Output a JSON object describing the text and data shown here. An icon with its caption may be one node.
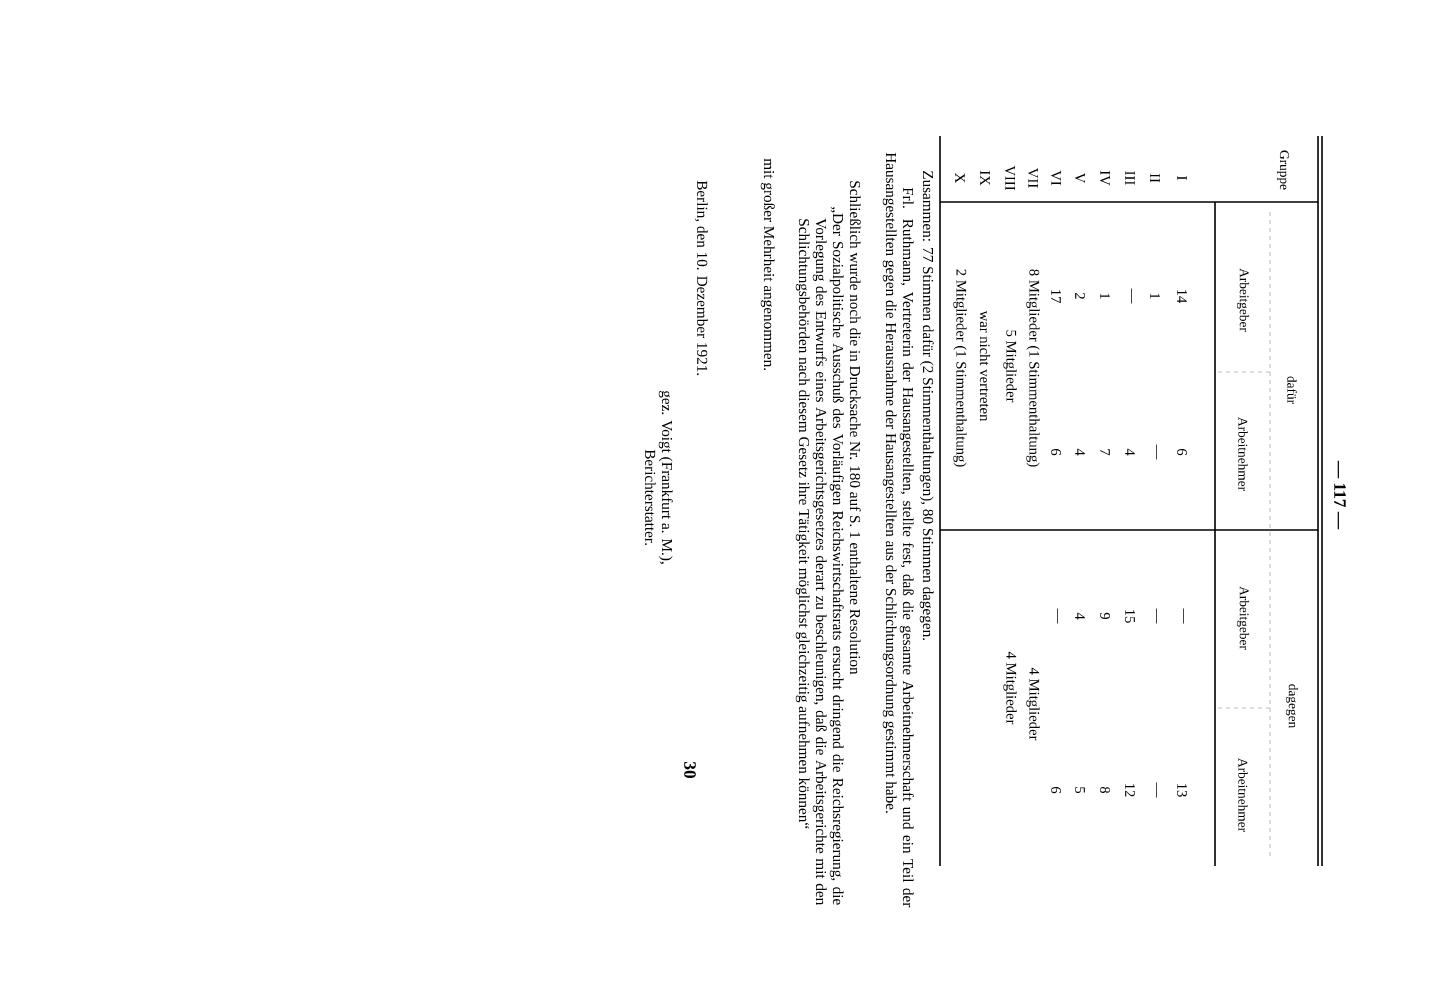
{
  "diagram": {
    "labels": [
      "— 117 —",
      "Gruppe",
      "dafür",
      "dagegen",
      "Arbeitgeber",
      "Arbeitnehmer",
      "Arbeitgeber",
      "Arbeitnehmer",
      "I",
      "14",
      "6",
      "—",
      "13",
      "II",
      "1",
      "—",
      "—",
      "—",
      "III",
      "—",
      "4",
      "15",
      "12",
      "IV",
      "1",
      "7",
      "9",
      "8",
      "V",
      "2",
      "4",
      "4",
      "5",
      "VI",
      "17",
      "6",
      "—",
      "6",
      "VII",
      "8 Mitglieder (1 Stimmenthaltung)",
      "4 Mitglieder",
      "VIII",
      "5 Mitglieder",
      "4 Mitglieder",
      "IX",
      "war nicht vertreten",
      "X",
      "2 Mitglieder (1 Stimmenthaltung)",
      "Zusammen: 77 Stimmen dafür (2 Stimmenthaltungen), 80 Stimmen dagegen.",
      "Frl. Ruthmann, Vertreterin der Hausangestellten, stellte fest, daß die gesamte Arbeitnehmerschaft und ein Teil der Hausangestellten gegen die Herausnahme der Hausangestellten aus der Schlichtungsordnung gestimmt habe.",
      "Schließlich wurde noch die in Drucksache Nr. 180 auf S. 1 enthaltene Resolution",
      "„Der Sozialpolitische Ausschuß des Vorläufigen Reichswirtschaftsrats ersucht dringend die Reichsregierung, die Vorlegung des Entwurfs eines Arbeitsgerichtsgesetzes derart zu beschleunigen, daß die Arbeitsgerichte mit den Schlichtungsbehörden nach diesem Gesetz ihre Tätigkeit möglichst gleichzeitig aufnehmen können“",
      "mit großer Mehrheit angenommen.",
      "Berlin, den 10. Dezember 1921.",
      "gez. Voigt (Frankfurt a. M.),",
      "Berichterstatter.",
      "30"
    ]
  }
}
